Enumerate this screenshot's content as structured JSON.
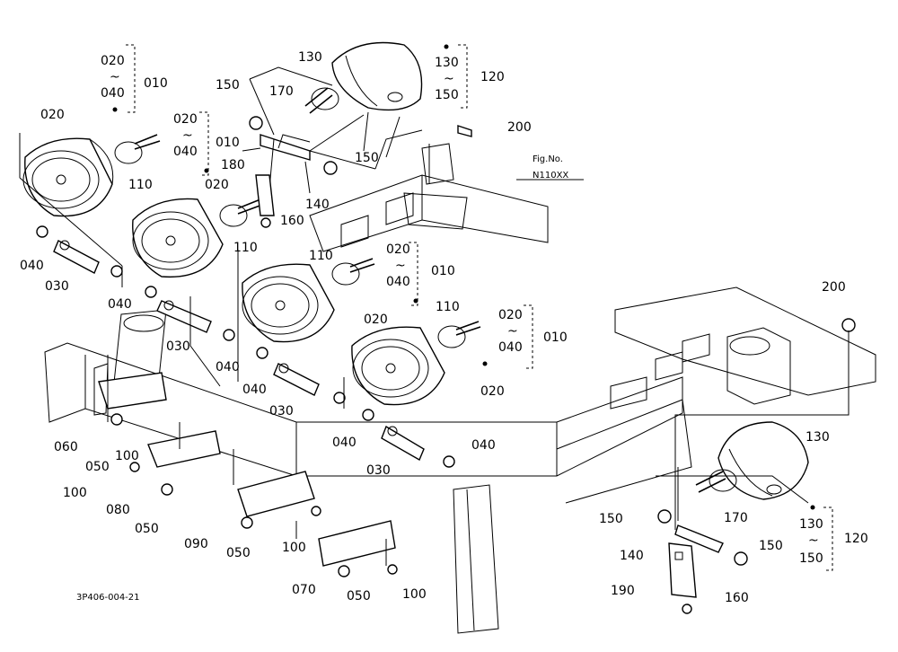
{
  "fig_ref": {
    "line1": "Fig.No.",
    "line2": "N110XX"
  },
  "drawing_id": "3P406-004-21",
  "tilde": "~",
  "callouts": {
    "p020": "020",
    "p040": "040",
    "p010": "010",
    "p030": "030",
    "p050": "050",
    "p060": "060",
    "p070": "070",
    "p080": "080",
    "p090": "090",
    "p100": "100",
    "p110": "110",
    "p120": "120",
    "p130": "130",
    "p140": "140",
    "p150": "150",
    "p160": "160",
    "p170": "170",
    "p180": "180",
    "p190": "190",
    "p200": "200"
  }
}
